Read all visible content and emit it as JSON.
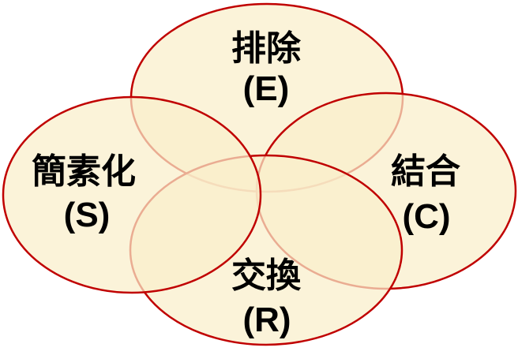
{
  "diagram": {
    "kind": "venn-4-ellipse",
    "colors": {
      "background": "#FFFFFF",
      "ellipse_border": "#C00000",
      "ellipse_fill": "#FAEECB",
      "ellipse_fill_opacity": "0.72",
      "label_color": "#000000"
    },
    "ellipses": [
      {
        "key": "eliminate",
        "position": "top",
        "label": "排除",
        "symbol": "(E)"
      },
      {
        "key": "combine",
        "position": "right",
        "label": "結合",
        "symbol": "(C)"
      },
      {
        "key": "exchange",
        "position": "bottom",
        "label": "交換",
        "symbol": "(R)"
      },
      {
        "key": "simplify",
        "position": "left",
        "label": "簡素化",
        "symbol": "(S)"
      }
    ]
  }
}
